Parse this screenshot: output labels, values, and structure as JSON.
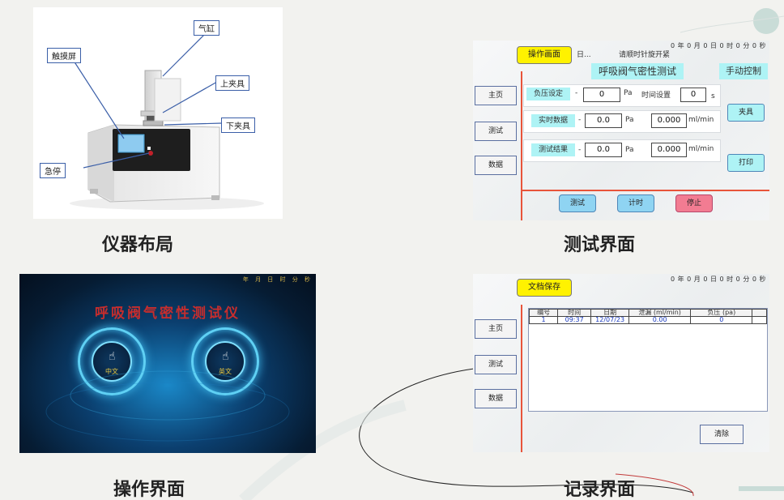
{
  "captions": {
    "layout": "仪器布局",
    "test_screen": "测试界面",
    "operation_screen": "操作界面",
    "record_screen": "记录界面"
  },
  "layout_panel": {
    "callouts": {
      "cylinder": "气缸",
      "touchscreen": "触摸屏",
      "upper_clamp": "上夹具",
      "lower_clamp": "下夹具",
      "estop": "急停"
    }
  },
  "test_panel": {
    "datetime": "0 年 0 月 0 日 0 时 0 分 0 秒",
    "tab": "操作画面",
    "instruction_prefix": "日...",
    "instruction": "请顺时针旋开紧",
    "title": "呼吸阀气密性测试",
    "manual_control": "手动控制",
    "sidebar": [
      "主页",
      "测试",
      "数据"
    ],
    "rows": {
      "neg_pressure_label": "负压设定",
      "neg_pressure_value": "0",
      "pa_unit": "Pa",
      "time_label": "时间设置",
      "time_value": "0",
      "time_unit": "s",
      "realtime_label": "实时数据",
      "realtime_pressure": "0.0",
      "realtime_flow": "0.000",
      "flow_unit": "ml/min",
      "result_label": "测试结果",
      "result_pressure": "0.0",
      "result_flow": "0.000",
      "dash": "-"
    },
    "clamp_button": "夹具",
    "print_button": "打印",
    "actions": {
      "test": "测试",
      "timer": "计时",
      "stop": "停止"
    }
  },
  "op_panel": {
    "datetime": "年 月 日 时 分 秒",
    "title": "呼吸阀气密性测试仪",
    "lang_left": "中文",
    "lang_right": "英文"
  },
  "record_panel": {
    "datetime": "0 年 0 月 0 日 0 时 0 分 0 秒",
    "tab": "文档保存",
    "sidebar": [
      "主页",
      "测试",
      "数据"
    ],
    "table": {
      "headers": [
        "编号",
        "时间",
        "日期",
        "泄漏 (ml/min)",
        "负压 (pa)"
      ],
      "rows": [
        [
          "1",
          "09:37",
          "12/07/23",
          "0.00",
          "0"
        ]
      ]
    },
    "clear_button": "清除"
  },
  "colors": {
    "accent_yellow": "#fff200",
    "label_cyan": "#aef3f5",
    "divider_red": "#e8543a",
    "action_blue": "#8fd4f2",
    "stop_pink": "#f27c92"
  }
}
